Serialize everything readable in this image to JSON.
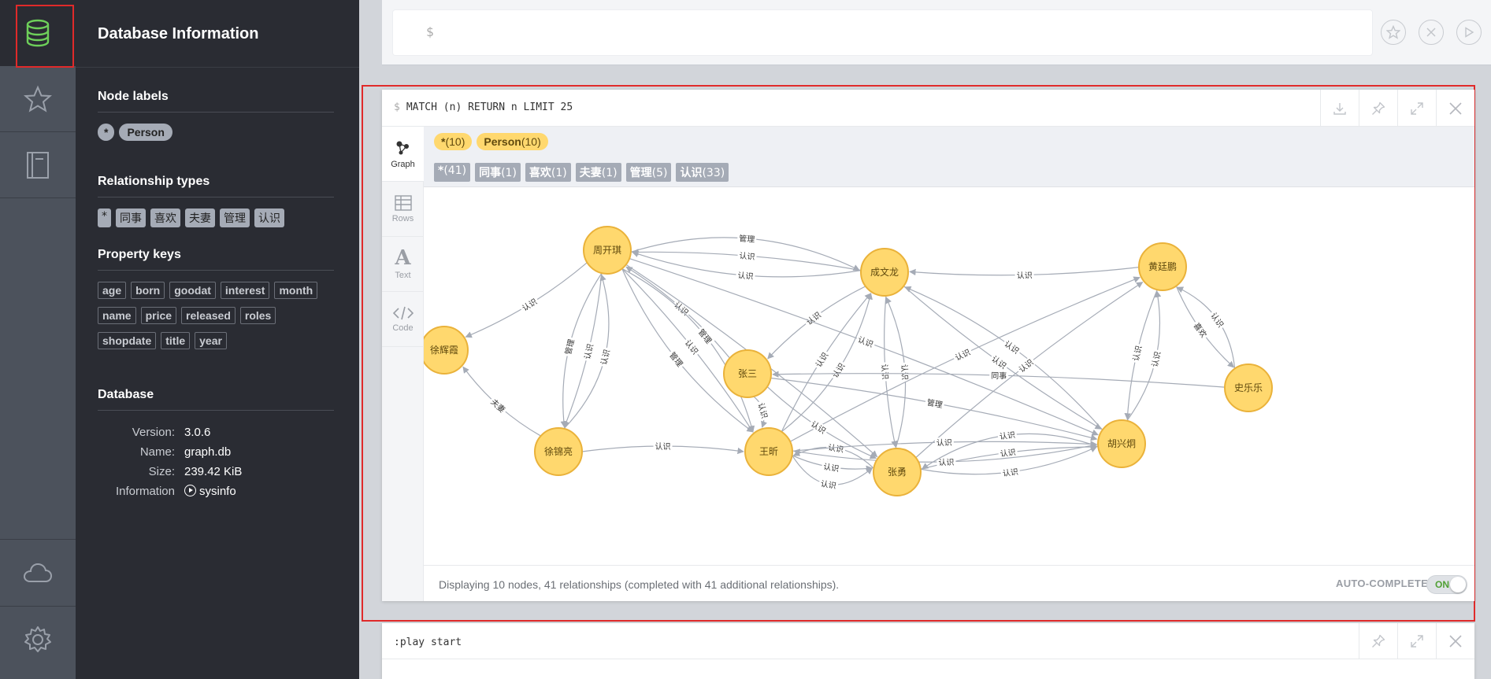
{
  "sidebar_rail": {
    "items": [
      {
        "name": "database",
        "icon": "database-icon",
        "active": true
      },
      {
        "name": "favorites",
        "icon": "star-icon",
        "active": false
      },
      {
        "name": "documents",
        "icon": "book-icon",
        "active": false
      },
      {
        "name": "cloud",
        "icon": "cloud-icon",
        "active": false
      },
      {
        "name": "settings",
        "icon": "gear-icon",
        "active": false
      }
    ]
  },
  "drawer": {
    "title": "Database Information",
    "node_labels": {
      "heading": "Node labels",
      "items": [
        "*",
        "Person"
      ]
    },
    "relationship_types": {
      "heading": "Relationship types",
      "items": [
        "*",
        "同事",
        "喜欢",
        "夫妻",
        "管理",
        "认识"
      ]
    },
    "property_keys": {
      "heading": "Property keys",
      "items": [
        "age",
        "born",
        "goodat",
        "interest",
        "month",
        "name",
        "price",
        "released",
        "roles",
        "shopdate",
        "title",
        "year"
      ]
    },
    "database": {
      "heading": "Database",
      "rows": [
        {
          "key": "Version:",
          "value": "3.0.6"
        },
        {
          "key": "Name:",
          "value": "graph.db"
        },
        {
          "key": "Size:",
          "value": "239.42 KiB"
        },
        {
          "key": "Information",
          "value": "sysinfo"
        }
      ]
    }
  },
  "editor": {
    "prompt": "$"
  },
  "frame": {
    "prompt": "$",
    "query": "MATCH (n) RETURN n LIMIT 25",
    "tabs": [
      {
        "label": "Graph",
        "icon": "graph-icon"
      },
      {
        "label": "Rows",
        "icon": "table-icon"
      },
      {
        "label": "Text",
        "icon": "text-icon"
      },
      {
        "label": "Code",
        "icon": "code-icon"
      }
    ],
    "legend_nodes": [
      {
        "label": "*",
        "count": "(10)"
      },
      {
        "label": "Person",
        "count": "(10)"
      }
    ],
    "legend_rels": [
      {
        "label": "*",
        "count": "(41)"
      },
      {
        "label": "同事",
        "count": "(1)"
      },
      {
        "label": "喜欢",
        "count": "(1)"
      },
      {
        "label": "夫妻",
        "count": "(1)"
      },
      {
        "label": "管理",
        "count": "(5)"
      },
      {
        "label": "认识",
        "count": "(33)"
      }
    ],
    "status": "Displaying 10 nodes, 41 relationships (completed with 41 additional relationships).",
    "autocomplete_label": "AUTO-COMPLETE",
    "autocomplete_state": "ON"
  },
  "frame2": {
    "query": ":play start"
  },
  "graph": {
    "node_fill": "#ffd86e",
    "node_stroke": "#eab23a",
    "edge_color": "#a5abb6",
    "nodes": [
      {
        "id": "zhoukaiqi",
        "label": "周开琪"
      },
      {
        "id": "chengwenlong",
        "label": "成文龙"
      },
      {
        "id": "huangtingpeng",
        "label": "黄廷鹏"
      },
      {
        "id": "xuhuixia",
        "label": "徐辉霞"
      },
      {
        "id": "zhangsan",
        "label": "张三"
      },
      {
        "id": "shilele",
        "label": "史乐乐"
      },
      {
        "id": "xujinliang",
        "label": "徐锦亮"
      },
      {
        "id": "wangxin",
        "label": "王昕"
      },
      {
        "id": "zhangyong",
        "label": "张勇"
      },
      {
        "id": "huxingjiong",
        "label": "胡兴炯"
      }
    ],
    "edges": [
      {
        "from": "chengwenlong",
        "to": "zhoukaiqi",
        "label": "认识"
      },
      {
        "from": "chengwenlong",
        "to": "zhoukaiqi",
        "label": "认识"
      },
      {
        "from": "zhoukaiqi",
        "to": "chengwenlong",
        "label": "管理"
      },
      {
        "from": "huangtingpeng",
        "to": "chengwenlong",
        "label": "认识"
      },
      {
        "from": "zhoukaiqi",
        "to": "xuhuixia",
        "label": "认识"
      },
      {
        "from": "zhoukaiqi",
        "to": "xujinliang",
        "label": "认识"
      },
      {
        "from": "zhoukaiqi",
        "to": "xujinliang",
        "label": "管理"
      },
      {
        "from": "xujinliang",
        "to": "zhoukaiqi",
        "label": "认识"
      },
      {
        "from": "xujinliang",
        "to": "xuhuixia",
        "label": "夫妻"
      },
      {
        "from": "xujinliang",
        "to": "wangxin",
        "label": "认识"
      },
      {
        "from": "zhangsan",
        "to": "zhoukaiqi",
        "label": "认识"
      },
      {
        "from": "zhoukaiqi",
        "to": "wangxin",
        "label": "认识"
      },
      {
        "from": "zhoukaiqi",
        "to": "wangxin",
        "label": "管理"
      },
      {
        "from": "zhoukaiqi",
        "to": "wangxin",
        "label": "管理"
      },
      {
        "from": "zhoukaiqi",
        "to": "zhangyong",
        "label": "认识"
      },
      {
        "from": "chengwenlong",
        "to": "zhangsan",
        "label": "认识"
      },
      {
        "from": "wangxin",
        "to": "chengwenlong",
        "label": "认识"
      },
      {
        "from": "wangxin",
        "to": "chengwenlong",
        "label": "认识"
      },
      {
        "from": "chengwenlong",
        "to": "zhangyong",
        "label": "认识"
      },
      {
        "from": "zhangyong",
        "to": "chengwenlong",
        "label": "认识"
      },
      {
        "from": "chengwenlong",
        "to": "huxingjiong",
        "label": "认识"
      },
      {
        "from": "huxingjiong",
        "to": "chengwenlong",
        "label": "认识"
      },
      {
        "from": "zhoukaiqi",
        "to": "huxingjiong",
        "label": "认识"
      },
      {
        "from": "zhangsan",
        "to": "wangxin",
        "label": "认识"
      },
      {
        "from": "zhangsan",
        "to": "huxingjiong",
        "label": "管理"
      },
      {
        "from": "shilele",
        "to": "zhangsan",
        "label": "同事"
      },
      {
        "from": "huangtingpeng",
        "to": "shilele",
        "label": "喜欢"
      },
      {
        "from": "shilele",
        "to": "huangtingpeng",
        "label": "认识"
      },
      {
        "from": "huangtingpeng",
        "to": "huxingjiong",
        "label": "认识"
      },
      {
        "from": "huxingjiong",
        "to": "huangtingpeng",
        "label": "认识"
      },
      {
        "from": "wangxin",
        "to": "huangtingpeng",
        "label": "认识"
      },
      {
        "from": "zhangyong",
        "to": "huangtingpeng",
        "label": "认识"
      },
      {
        "from": "wangxin",
        "to": "zhangyong",
        "label": "认识"
      },
      {
        "from": "zhangyong",
        "to": "wangxin",
        "label": "认识"
      },
      {
        "from": "wangxin",
        "to": "zhangyong",
        "label": "认识"
      },
      {
        "from": "zhangyong",
        "to": "huxingjiong",
        "label": "认识"
      },
      {
        "from": "zhangyong",
        "to": "huxingjiong",
        "label": "认识"
      },
      {
        "from": "wangxin",
        "to": "huxingjiong",
        "label": "认识"
      },
      {
        "from": "huxingjiong",
        "to": "wangxin",
        "label": "认识"
      },
      {
        "from": "huxingjiong",
        "to": "zhangyong",
        "label": "认识"
      },
      {
        "from": "zhangsan",
        "to": "zhangyong",
        "label": "认识"
      }
    ]
  }
}
